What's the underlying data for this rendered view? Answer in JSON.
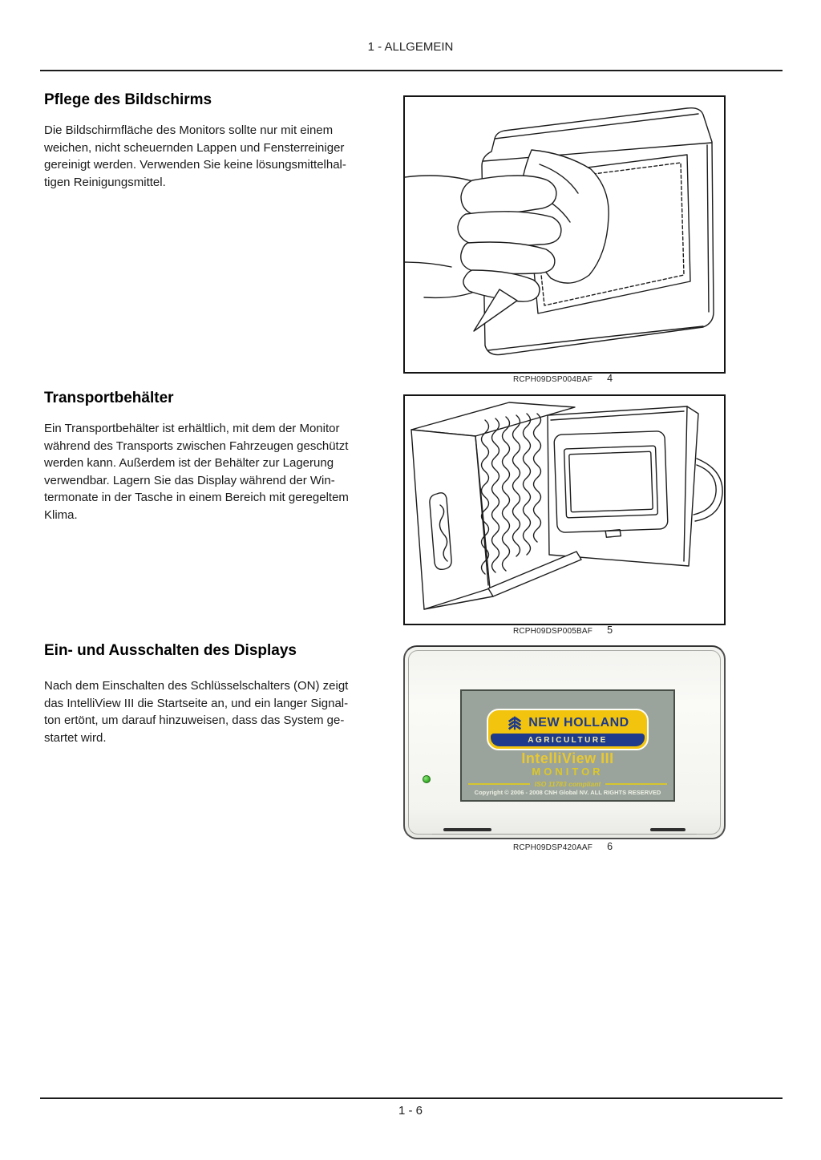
{
  "header": {
    "title": "1 - ALLGEMEIN"
  },
  "footer": {
    "page_number": "1 - 6"
  },
  "sections": {
    "care": {
      "heading": "Pflege des Bildschirms",
      "body_lines": [
        "Die Bildschirmfläche des Monitors sollte nur mit einem",
        "weichen, nicht scheuernden Lappen und Fensterreiniger",
        "gereinigt werden. Verwenden Sie keine lösungsmittelhal-",
        "tigen Reinigungsmittel."
      ],
      "figure_code": "RCPH09DSP004BAF",
      "figure_number": "4"
    },
    "transport": {
      "heading": "Transportbehälter",
      "body_lines": [
        "Ein Transportbehälter ist erhältlich, mit dem der Monitor",
        "während des Transports zwischen Fahrzeugen geschützt",
        "werden kann. Außerdem ist der Behälter zur Lagerung",
        "verwendbar. Lagern Sie das Display während der Win-",
        "termonate in der Tasche in einem Bereich mit geregeltem",
        "Klima."
      ],
      "figure_code": "RCPH09DSP005BAF",
      "figure_number": "5"
    },
    "power": {
      "heading": "Ein- und Ausschalten des Displays",
      "body_lines": [
        "Nach dem Einschalten des Schlüsselschalters (ON) zeigt",
        "das IntelliView III die Startseite an, und ein langer Signal-",
        "ton ertönt, um darauf hinzuweisen, dass das System ge-",
        "startet wird."
      ],
      "figure_code": "RCPH09DSP420AAF",
      "figure_number": "6"
    }
  },
  "startup_screen": {
    "brand": "NEW HOLLAND",
    "division": "AGRICULTURE",
    "product": "IntelliView III",
    "product_type": "MONITOR",
    "iso_note": "ISO 11783 compliant",
    "copyright": "Copyright © 2006 - 2008 CNH Global NV.  ALL RIGHTS RESERVED",
    "colors": {
      "logo_yellow": "#f2c40e",
      "logo_blue": "#1d3a8c",
      "screen_gray": "#9aa49c",
      "accent_yellow": "#e9c830",
      "led_green": "#3cb32b"
    }
  }
}
